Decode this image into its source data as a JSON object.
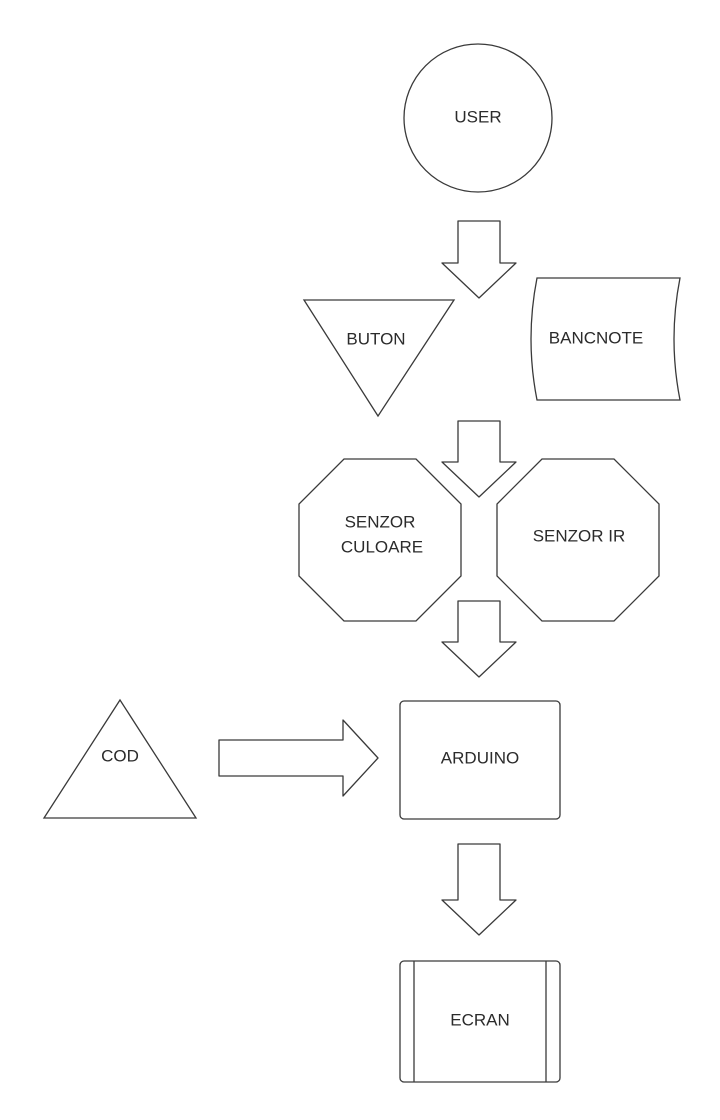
{
  "diagram": {
    "nodes": {
      "user": "USER",
      "buton": "BUTON",
      "bancnote": "BANCNOTE",
      "senzor_culoare": [
        "SENZOR",
        "CULOARE"
      ],
      "senzor_ir": "SENZOR IR",
      "cod": "COD",
      "arduino": "ARDUINO",
      "ecran": "ECRAN"
    }
  }
}
